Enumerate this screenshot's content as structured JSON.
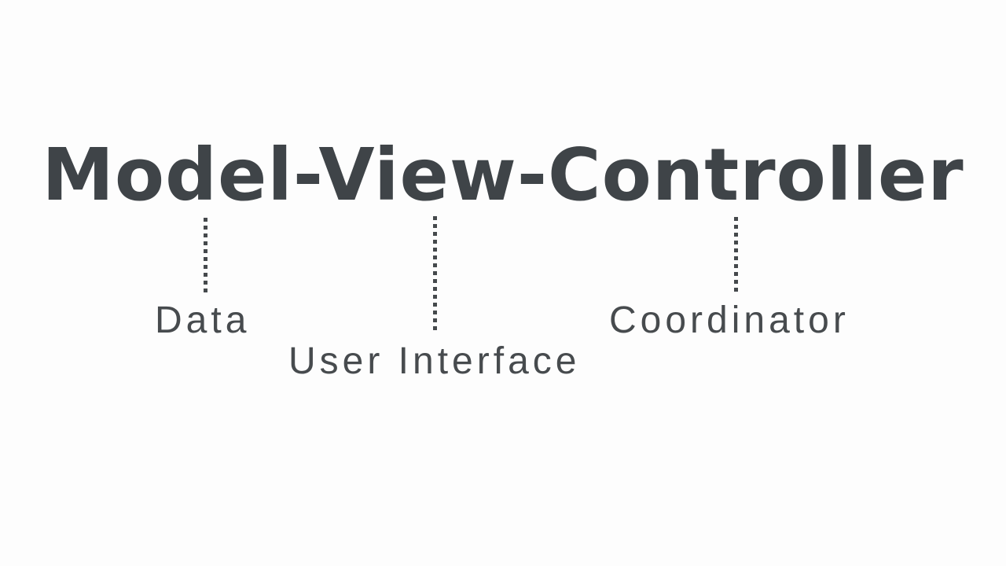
{
  "title": "Model-View-Controller",
  "annotations": {
    "model": {
      "label": "Data"
    },
    "view": {
      "label": "User Interface"
    },
    "controller": {
      "label": "Coordinator"
    }
  },
  "connectors": {
    "style": "dotted-vertical-line",
    "count": 3
  },
  "colors": {
    "title_ink": "#3f4448",
    "label_ink": "#474b4e",
    "dot_ink": "#45494c",
    "background": "#fdfdfd"
  }
}
